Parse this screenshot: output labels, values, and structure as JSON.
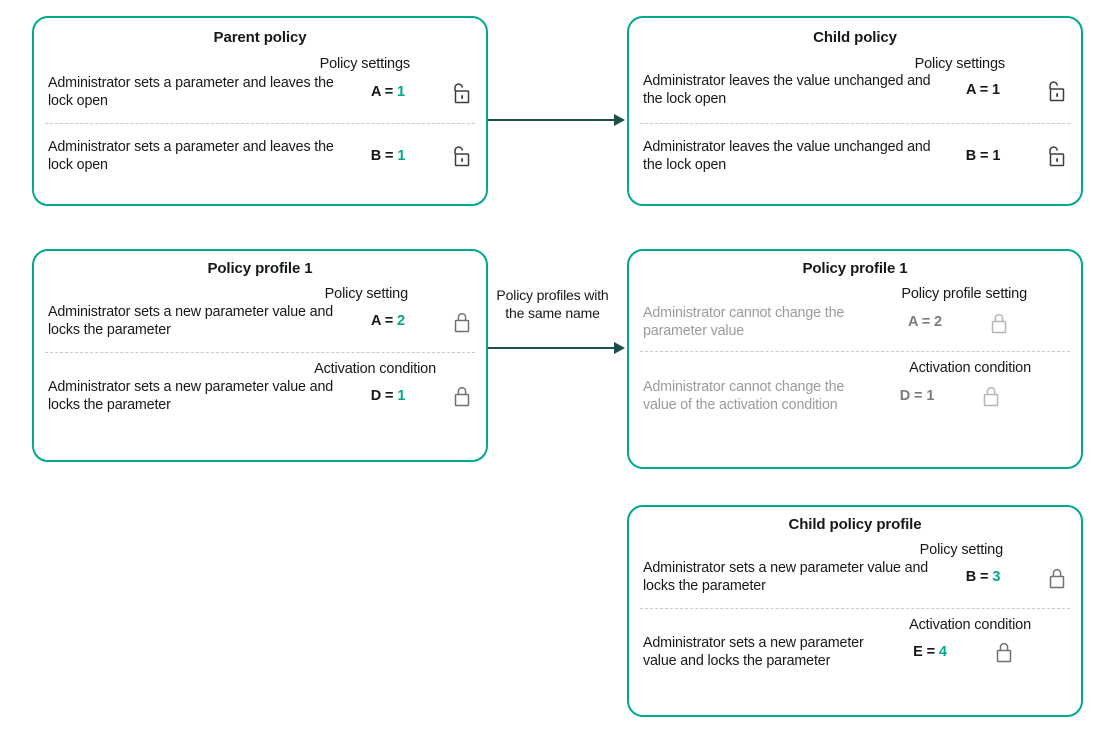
{
  "theme": {
    "border_color": "#00a88e",
    "accent_color": "#00a88e",
    "arrow_color": "#1d4f4a",
    "text_color": "#16191c",
    "muted_text_color": "#9b9b9b",
    "muted_value_color": "#7b7b7b",
    "divider_color": "#c9c9c9",
    "background": "#ffffff"
  },
  "cards": {
    "parent_policy": {
      "title": "Parent policy",
      "sections": [
        {
          "head": "Policy settings",
          "rows": [
            {
              "description": "Administrator sets a parameter and leaves the lock open",
              "param": "A =",
              "value": "1",
              "lock": "lock-open-icon"
            }
          ]
        },
        {
          "head": "",
          "rows": [
            {
              "description": "Administrator sets a parameter and  leaves the lock open",
              "param": "B =",
              "value": "1",
              "lock": "lock-open-icon"
            }
          ]
        }
      ]
    },
    "child_policy": {
      "title": "Child policy",
      "sections": [
        {
          "head": "Policy settings",
          "rows": [
            {
              "description": "Administrator leaves the value unchanged and the lock open",
              "param": "A =",
              "value": "1",
              "lock": "lock-open-icon"
            }
          ]
        },
        {
          "head": "",
          "rows": [
            {
              "description": "Administrator leaves the value unchanged and the lock open",
              "param": "B =",
              "value": "1",
              "lock": "lock-open-icon"
            }
          ]
        }
      ]
    },
    "policy_profile_left": {
      "title": "Policy profile 1",
      "sections": [
        {
          "head": "Policy setting",
          "rows": [
            {
              "description": "Administrator sets a new parameter value and locks the parameter",
              "param": "A =",
              "value": "2",
              "lock": "lock-closed-icon"
            }
          ]
        },
        {
          "head": "Activation condition",
          "rows": [
            {
              "description": "Administrator sets a new parameter value and locks the parameter",
              "param": "D =",
              "value": "1",
              "lock": "lock-closed-icon"
            }
          ]
        }
      ]
    },
    "policy_profile_right": {
      "title": "Policy profile 1",
      "sections": [
        {
          "head": "Policy profile setting",
          "rows": [
            {
              "description": "Administrator cannot change the parameter value",
              "param": "A =",
              "value": "2",
              "lock": "lock-closed-icon"
            }
          ]
        },
        {
          "head": "Activation condition",
          "rows": [
            {
              "description": "Administrator cannot change the value of the activation condition",
              "param": "D =",
              "value": "1",
              "lock": "lock-closed-icon"
            }
          ]
        }
      ]
    },
    "child_policy_profile": {
      "title": "Child policy profile",
      "sections": [
        {
          "head": "Policy setting",
          "rows": [
            {
              "description": "Administrator sets a new parameter  value and locks the parameter",
              "param": "B =",
              "value": "3",
              "lock": "lock-closed-icon"
            }
          ]
        },
        {
          "head": "Activation condition",
          "rows": [
            {
              "description": "Administrator sets a new parameter value and locks the parameter",
              "param": "E =",
              "value": "4",
              "lock": "lock-closed-icon"
            }
          ]
        }
      ]
    }
  },
  "arrows": {
    "top": {
      "label": ""
    },
    "middle": {
      "label": "Policy profiles with the same name"
    }
  }
}
